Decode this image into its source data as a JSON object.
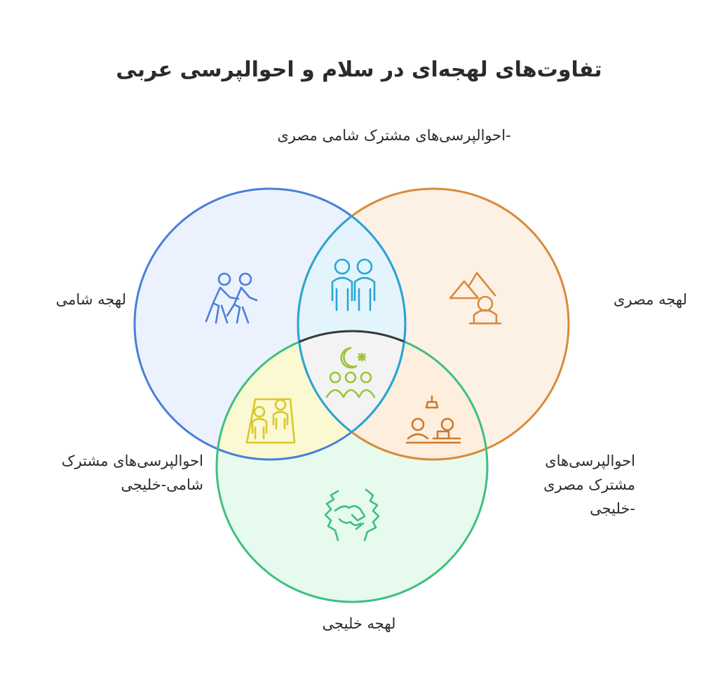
{
  "title": "تفاوت‌های لهجه‌ای در سلام و احوالپرسی عربی",
  "labels": {
    "shami": "لهجه شامی",
    "masri": "لهجه مصری",
    "khaliji": "لهجه خلیجی",
    "shami_masri": "-احوالپرسی‌های مشترک شامی مصری",
    "shami_khaliji": "احوالپرسی‌های مشترک شامی-خلیجی",
    "masri_khaliji": "احوالپرسی‌های مشترک مصری -خلیجی"
  },
  "colors": {
    "shami": "#4a7fd8",
    "masri": "#d98a3a",
    "khaliji": "#3fbf80",
    "shami_masri": "#29a6d4",
    "shami_khaliji": "#d8c82a",
    "masri_khaliji": "#cc7a2a",
    "center": "#3a3a3a"
  },
  "icons": {
    "shami": "walking-people-icon",
    "masri": "pyramids-person-icon",
    "khaliji": "handshake-icon",
    "shami_masri": "two-people-icon",
    "shami_khaliji": "family-frame-icon",
    "masri_khaliji": "meeting-desk-icon",
    "center": "crescent-community-icon"
  }
}
